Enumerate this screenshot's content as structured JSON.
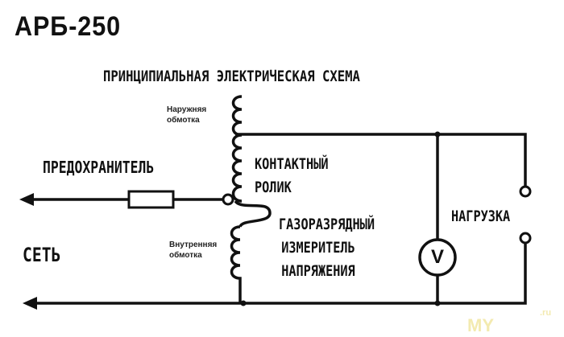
{
  "title": "АРБ-250",
  "subtitle": "ПРИНЦИПИАЛЬНАЯ ЭЛЕКТРИЧЕСКАЯ СХЕМА",
  "labels": {
    "outer_winding": [
      "Наружняя",
      "обмотка"
    ],
    "inner_winding": [
      "Внутренняя",
      "обмотка"
    ],
    "fuse": "ПРЕДОХРАНИТЕЛЬ",
    "mains": "СЕТЬ",
    "contact_roller": [
      "КОНТАКТНЫЙ",
      "РОЛИК"
    ],
    "voltmeter": [
      "ГАЗОРАЗРЯДНЫЙ",
      "ИЗМЕРИТЕЛЬ",
      "НАПРЯЖЕНИЯ"
    ],
    "load": "НАГРУЗКА",
    "voltmeter_symbol": "V"
  },
  "watermark": {
    "text": "MY",
    "suffix": ".ru",
    "color": "#f3eab0"
  },
  "colors": {
    "ink": "#111111"
  }
}
